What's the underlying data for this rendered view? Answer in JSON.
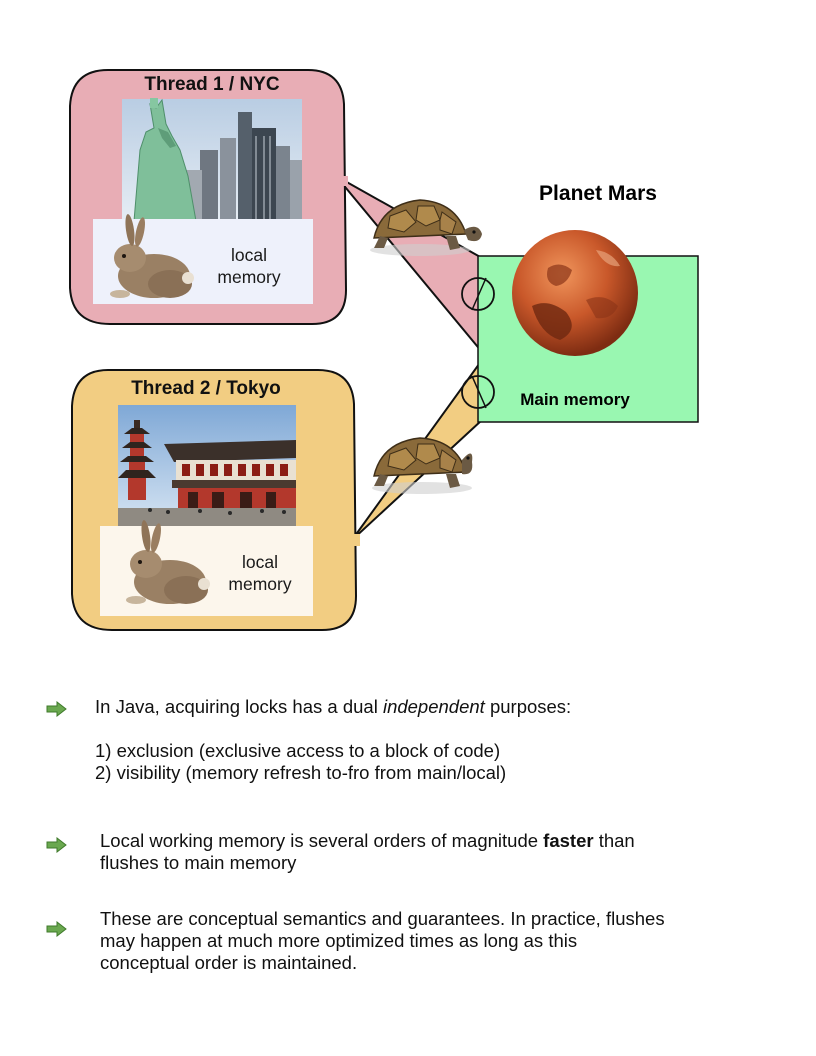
{
  "diagram": {
    "thread1": {
      "title": "Thread 1 / NYC",
      "bg_color": "#e8adb5",
      "local_memory_label_line1": "local",
      "local_memory_label_line2": "memory",
      "local_memory_box_color": "#eef1fb"
    },
    "thread2": {
      "title": "Thread 2 / Tokyo",
      "bg_color": "#f2cd82",
      "local_memory_label_line1": "local",
      "local_memory_label_line2": "memory",
      "local_memory_box_color": "#fcf6ec"
    },
    "main": {
      "planet_title": "Planet Mars",
      "memory_label": "Main memory",
      "box_color": "#99f7b1",
      "planet_color": "#c9582a"
    },
    "icons": {
      "thread1_scene": "statue-of-liberty-skyline-image",
      "thread2_scene": "tokyo-temple-image",
      "local_memory_icon": "rabbit-image",
      "transport_icon": "tortoise-image",
      "planet_icon": "mars-planet-image",
      "lock_icon": "lock-circle-icon"
    }
  },
  "bullets": {
    "arrow_color": "#6aa84f",
    "b1_pre": "In Java, acquiring locks has a dual ",
    "b1_em": "independent",
    "b1_post": " purposes:",
    "b1_item1": "1) exclusion (exclusive access to a block of code)",
    "b1_item2": "2) visibility (memory refresh to-fro from main/local)",
    "b2_pre": "Local working memory is several orders of magnitude ",
    "b2_strong": "faster",
    "b2_post": " than",
    "b2_line2": "flushes to main memory",
    "b3_line1": "These are conceptual semantics and guarantees. In practice, flushes",
    "b3_line2": "may happen at much more optimized times as long as this",
    "b3_line3": "conceptual order is maintained."
  }
}
